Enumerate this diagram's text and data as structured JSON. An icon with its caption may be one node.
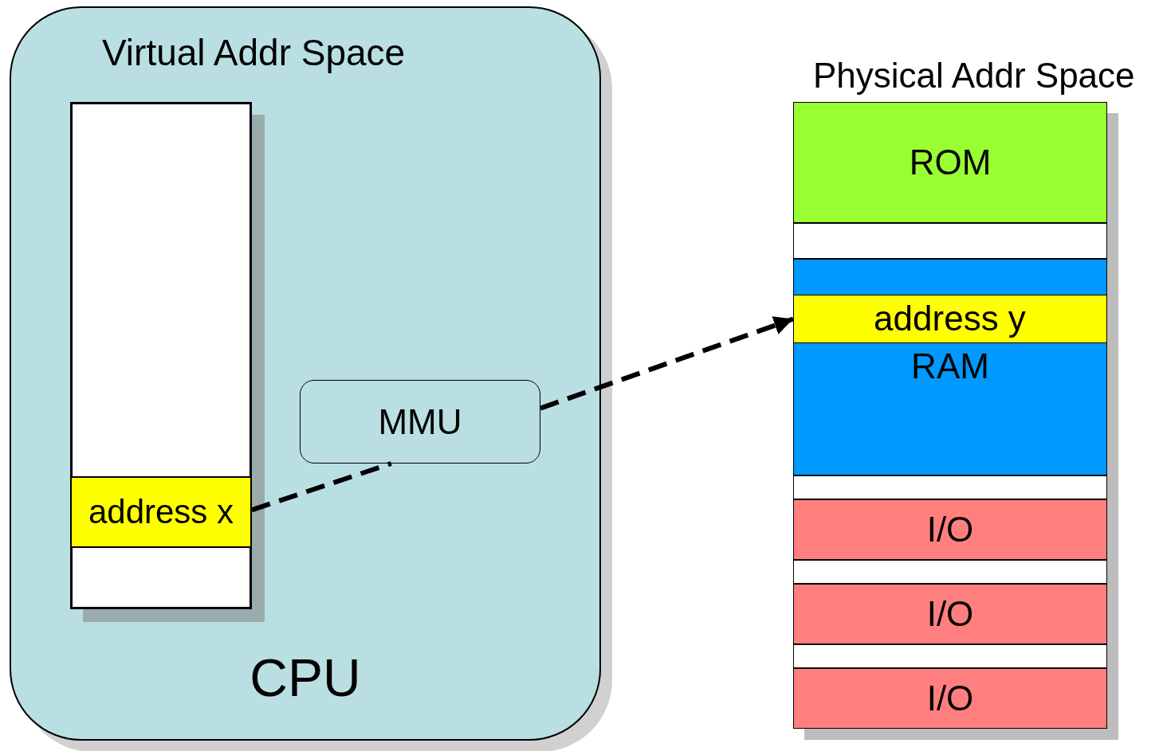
{
  "diagram": {
    "nodes": [
      {
        "text": [
          "CPU"
        ]
      },
      {
        "text": [
          "Virtual Addr Space"
        ],
        "in": 0
      },
      {
        "text": [
          "address x"
        ],
        "in": 1
      },
      {
        "text": [
          "MMU"
        ],
        "in": 0
      },
      {
        "text": [
          "Physical Addr Space"
        ]
      },
      {
        "text": [
          "ROM"
        ],
        "in": 4
      },
      {
        "text": [],
        "shape": "bar",
        "in": 4
      },
      {
        "text": [
          "RAM"
        ],
        "in": 4
      },
      {
        "text": [
          "address y"
        ],
        "in": 7
      },
      {
        "text": [],
        "shape": "bar",
        "in": 4
      },
      {
        "text": [
          "I/O"
        ],
        "in": 4
      },
      {
        "text": [],
        "shape": "bar",
        "in": 4
      },
      {
        "text": [
          "I/O"
        ],
        "in": 4
      },
      {
        "text": [],
        "shape": "bar",
        "in": 4
      },
      {
        "text": [
          "I/O"
        ],
        "in": 4
      }
    ],
    "edges": [
      {
        "from": 2,
        "to": 3,
        "arrow": "none",
        "style": "dashed"
      },
      {
        "from": 3,
        "to": 8,
        "arrow": "to",
        "style": "dashed"
      }
    ]
  }
}
